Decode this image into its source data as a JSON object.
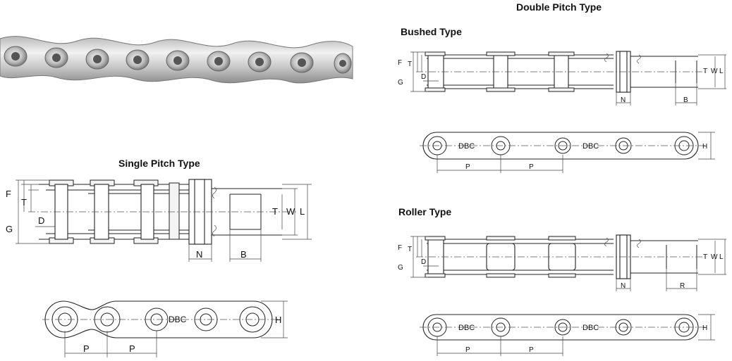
{
  "titles": {
    "double_pitch": "Double Pitch Type",
    "bushed": "Bushed Type",
    "single_pitch": "Single Pitch Type",
    "roller": "Roller Type"
  },
  "dims": {
    "F": "F",
    "T": "T",
    "G": "G",
    "D": "D",
    "W": "W",
    "L": "L",
    "N": "N",
    "B": "B",
    "R": "R",
    "H": "H",
    "P": "P",
    "DBC": "DBC"
  },
  "colors": {
    "line": "#222222",
    "photo_light": "#e9e9e9",
    "photo_dark": "#8e8e8e"
  }
}
